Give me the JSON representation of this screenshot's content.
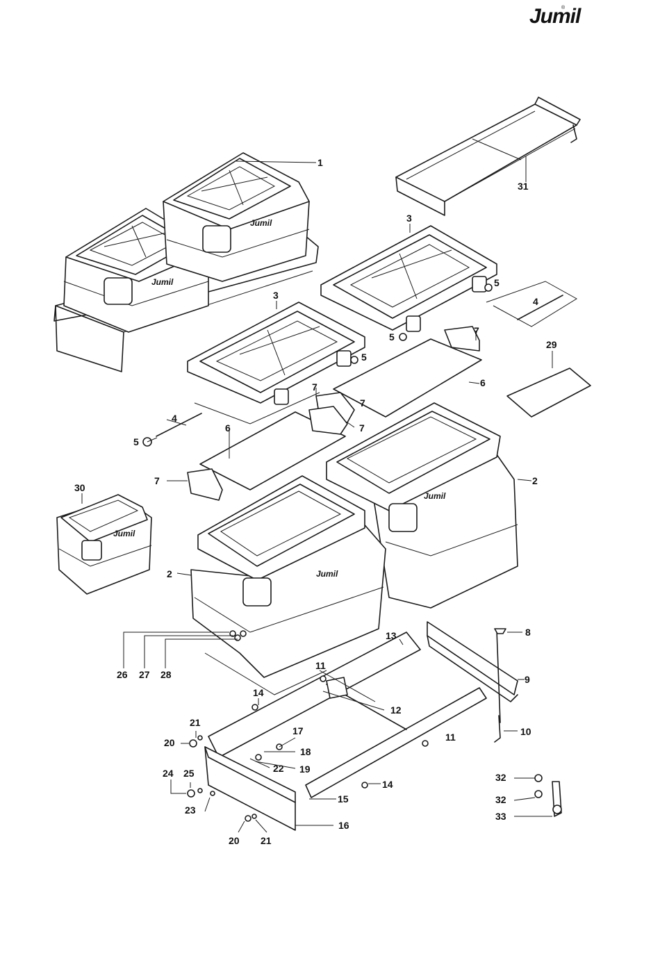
{
  "brand": {
    "name": "Jumil",
    "reg_mark": "®"
  },
  "callouts": {
    "c1": "1",
    "c2a": "2",
    "c2b": "2",
    "c3a": "3",
    "c3b": "3",
    "c4a": "4",
    "c4b": "4",
    "c5a": "5",
    "c5b": "5",
    "c5c": "5",
    "c5d": "5",
    "c6a": "6",
    "c6b": "6",
    "c7a": "7",
    "c7b": "7",
    "c7c": "7",
    "c7d": "7",
    "c8": "8",
    "c9": "9",
    "c10": "10",
    "c11a": "11",
    "c11b": "11",
    "c12": "12",
    "c13": "13",
    "c14a": "14",
    "c14b": "14",
    "c15": "15",
    "c16": "16",
    "c17": "17",
    "c18": "18",
    "c19": "19",
    "c20a": "20",
    "c20b": "20",
    "c21a": "21",
    "c21b": "21",
    "c22": "22",
    "c23": "23",
    "c24": "24",
    "c25": "25",
    "c26": "26",
    "c27": "27",
    "c28": "28",
    "c29": "29",
    "c30": "30",
    "c31": "31",
    "c32a": "32",
    "c32b": "32",
    "c33": "33"
  },
  "colors": {
    "line": "#1a1a1a",
    "background": "#ffffff"
  }
}
